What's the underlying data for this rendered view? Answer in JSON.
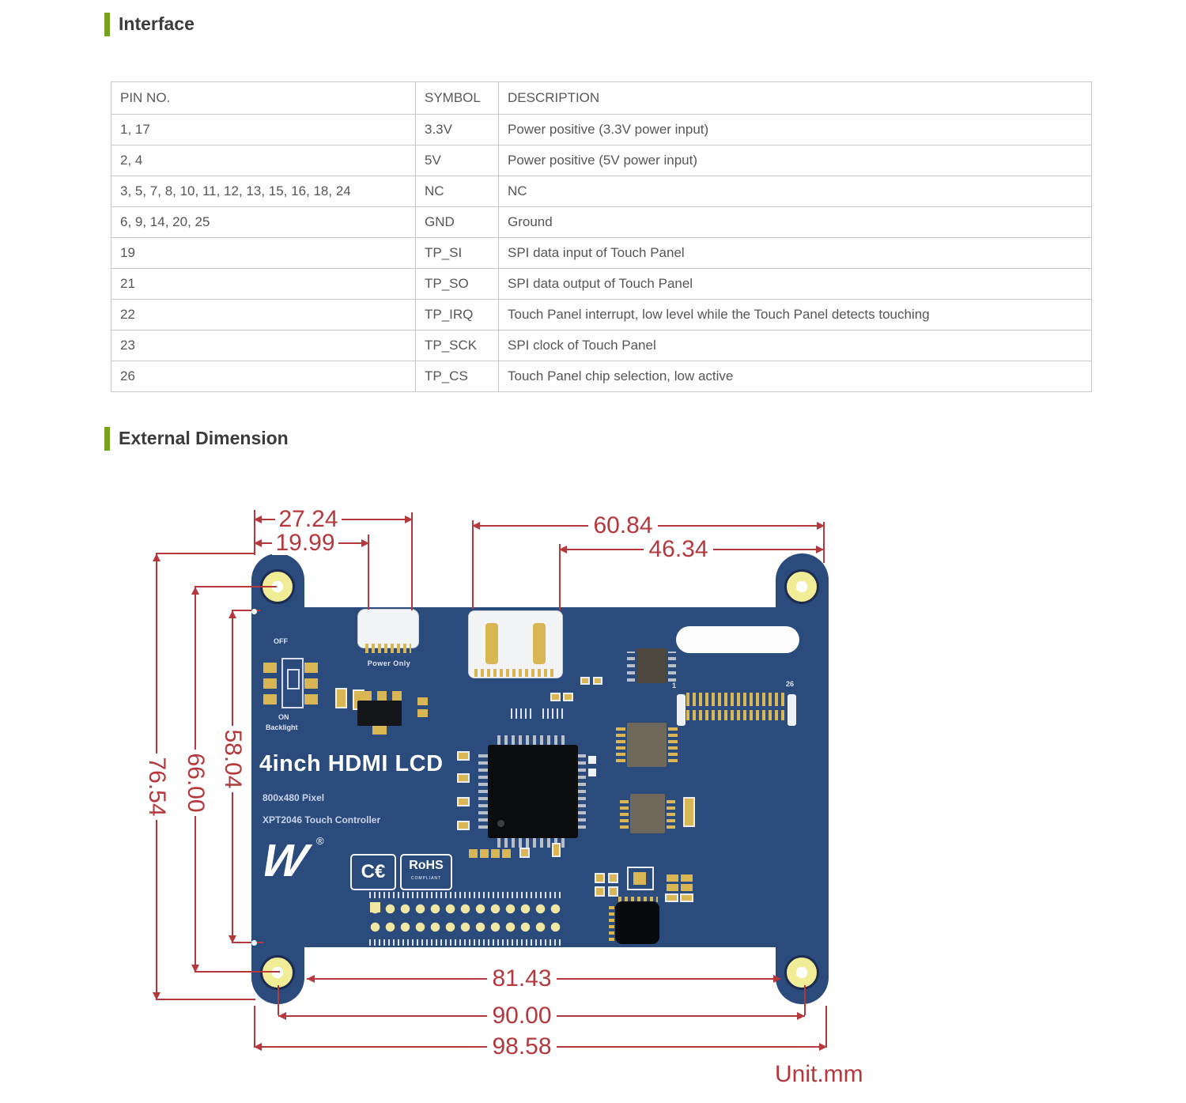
{
  "sections": {
    "interface_title": "Interface",
    "dimension_title": "External Dimension"
  },
  "pin_table": {
    "headers": [
      "PIN NO.",
      "SYMBOL",
      "DESCRIPTION"
    ],
    "rows": [
      [
        "1, 17",
        "3.3V",
        "Power positive (3.3V power input)"
      ],
      [
        "2, 4",
        "5V",
        "Power positive (5V power input)"
      ],
      [
        "3, 5, 7, 8, 10, 11, 12, 13, 15, 16, 18, 24",
        "NC",
        "NC"
      ],
      [
        "6, 9, 14, 20, 25",
        "GND",
        "Ground"
      ],
      [
        "19",
        "TP_SI",
        "SPI data input of Touch Panel"
      ],
      [
        "21",
        "TP_SO",
        "SPI data output of Touch Panel"
      ],
      [
        "22",
        "TP_IRQ",
        "Touch Panel interrupt, low level while the Touch Panel detects touching"
      ],
      [
        "23",
        "TP_SCK",
        "SPI clock of Touch Panel"
      ],
      [
        "26",
        "TP_CS",
        "Touch Panel chip selection, low active"
      ]
    ]
  },
  "dimensions": {
    "unit_label": "Unit.mm",
    "top": {
      "usb_right_edge": "27.24",
      "usb_left_edge": "19.99",
      "hdmi_left_to_edge": "60.84",
      "hdmi_right_to_edge": "46.34"
    },
    "left": {
      "overall_height": "76.54",
      "hole_spacing_v": "66.00",
      "body_height": "58.04"
    },
    "bottom": {
      "hole_inner_span": "81.43",
      "hole_spacing_h": "90.00",
      "overall_width": "98.58"
    }
  },
  "board": {
    "title": "4inch HDMI LCD",
    "resolution": "800x480 Pixel",
    "controller": "XPT2046 Touch Controller",
    "usb_label": "Power Only",
    "switch_top": "OFF",
    "switch_mid": "ON",
    "switch_bottom": "Backlight",
    "logo_letter": "W",
    "registered": "®",
    "ce_mark": "C€",
    "rohs_mark": "RoHS",
    "rohs_sub": "COMPLIANT",
    "ffc_pin_first": "1",
    "ffc_pin_last": "26"
  },
  "colors": {
    "board-blue": "#2a4b7c",
    "dim-red": "#b5383d",
    "accent-green": "#76a21e",
    "pad-gold": "#d8b654",
    "hole-yellow": "#f1ec96"
  }
}
